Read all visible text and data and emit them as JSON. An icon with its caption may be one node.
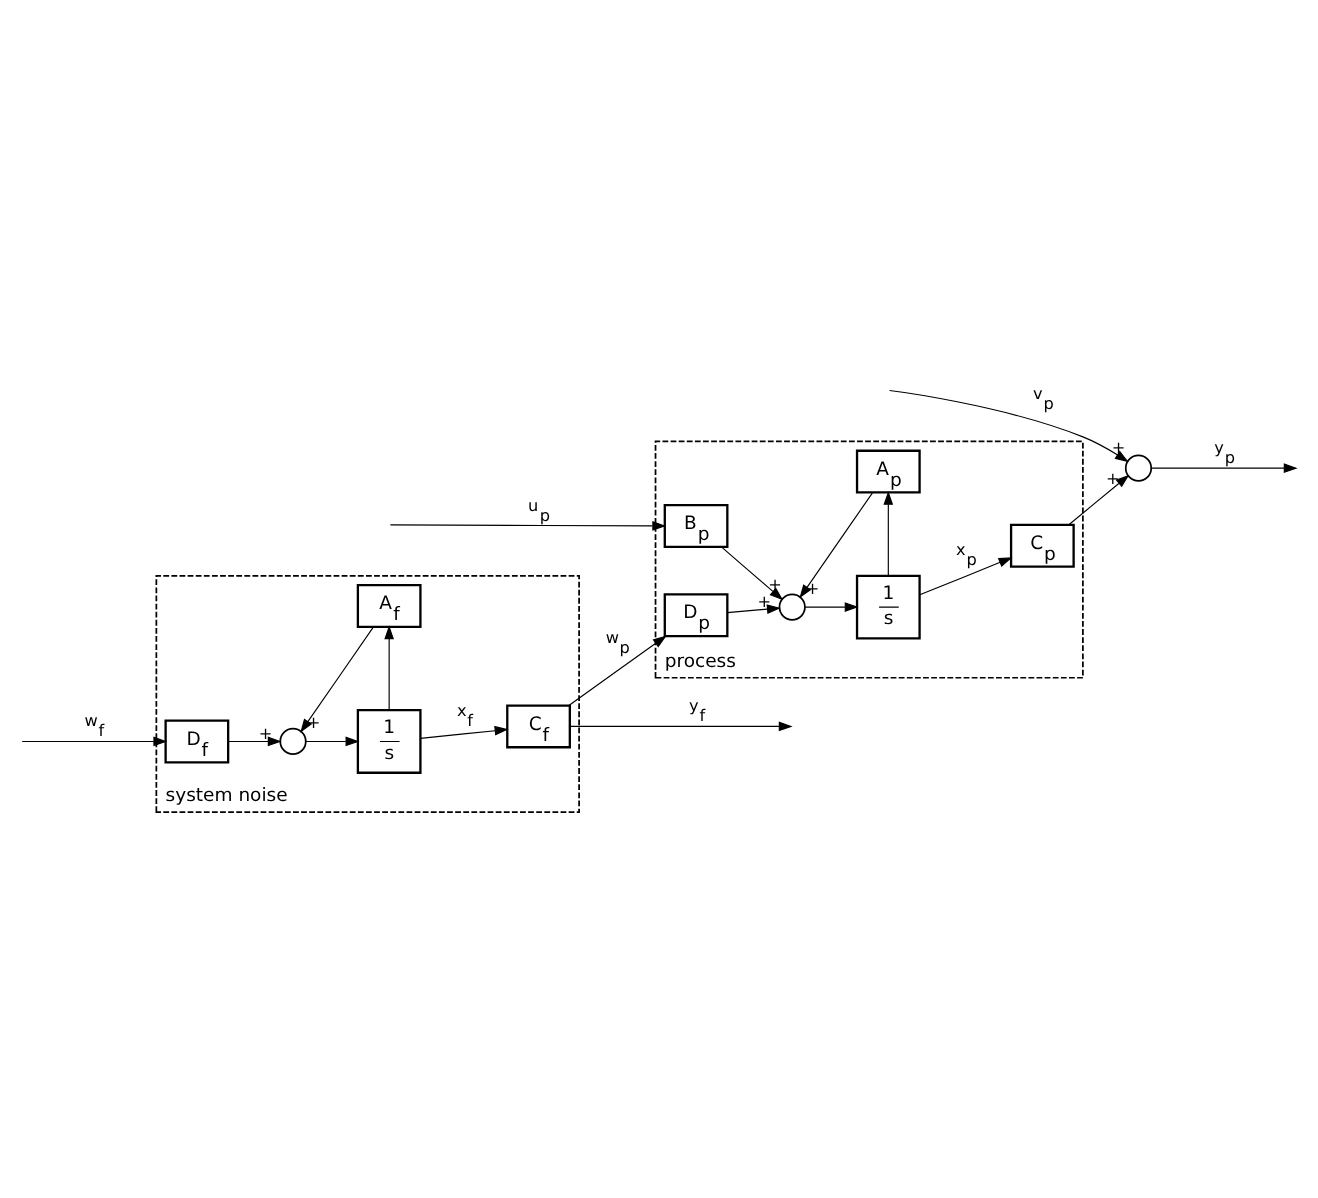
{
  "diagram": {
    "nodes": [
      {
        "text": [
          "system noise"
        ]
      },
      {
        "text": [
          "D$_{f}$"
        ],
        "in": 0
      },
      {
        "text": [],
        "shape": "circle",
        "in": 0
      },
      {
        "text": [
          "1",
          "s"
        ],
        "in": 0
      },
      {
        "text": [
          "C$_{f}$"
        ],
        "in": 0
      },
      {
        "text": [
          "A$_{f}$"
        ],
        "in": 0
      },
      {
        "text": [
          "process"
        ]
      },
      {
        "text": [
          "D$_{p}$"
        ],
        "in": 6
      },
      {
        "text": [
          "B$_{p}$"
        ],
        "in": 6
      },
      {
        "text": [],
        "shape": "circle",
        "in": 6
      },
      {
        "text": [
          "1",
          "s"
        ],
        "in": 6
      },
      {
        "text": [
          "C$_{p}$"
        ],
        "in": 6
      },
      {
        "text": [
          "A$_{p}$"
        ],
        "in": 6
      },
      {
        "text": [],
        "shape": "circle"
      }
    ],
    "edges": [
      {
        "from": null,
        "to": 1,
        "arrow": "to",
        "label": "w$_{f}$"
      },
      {
        "from": 1,
        "to": 2,
        "arrow": "to"
      },
      {
        "from": 5,
        "to": 2,
        "arrow": "to"
      },
      {
        "from": 2,
        "to": 3,
        "arrow": "to"
      },
      {
        "from": 3,
        "to": 4,
        "arrow": "to",
        "label": "x$_{f}$"
      },
      {
        "from": 3,
        "to": 5,
        "arrow": "to"
      },
      {
        "from": 4,
        "to": null,
        "arrow": "to",
        "label": "y$_{f}$"
      },
      {
        "from": 4,
        "to": 7,
        "arrow": "to",
        "label": "w$_{p}$"
      },
      {
        "from": null,
        "to": 8,
        "arrow": "to",
        "label": "u$_{p}$"
      },
      {
        "from": 8,
        "to": 9,
        "arrow": "to"
      },
      {
        "from": 7,
        "to": 9,
        "arrow": "to"
      },
      {
        "from": 12,
        "to": 9,
        "arrow": "to"
      },
      {
        "from": 9,
        "to": 10,
        "arrow": "to"
      },
      {
        "from": 10,
        "to": 11,
        "arrow": "to",
        "label": "x$_{p}$"
      },
      {
        "from": 10,
        "to": 12,
        "arrow": "to"
      },
      {
        "from": 11,
        "to": 13,
        "arrow": "to"
      },
      {
        "from": null,
        "to": 13,
        "arrow": "to",
        "label": "v$_{p}$"
      },
      {
        "from": 13,
        "to": null,
        "arrow": "to",
        "label": "y$_{p}$"
      }
    ],
    "labels": [
      "+",
      "+",
      "+",
      "+",
      "+",
      "+",
      "+"
    ]
  }
}
